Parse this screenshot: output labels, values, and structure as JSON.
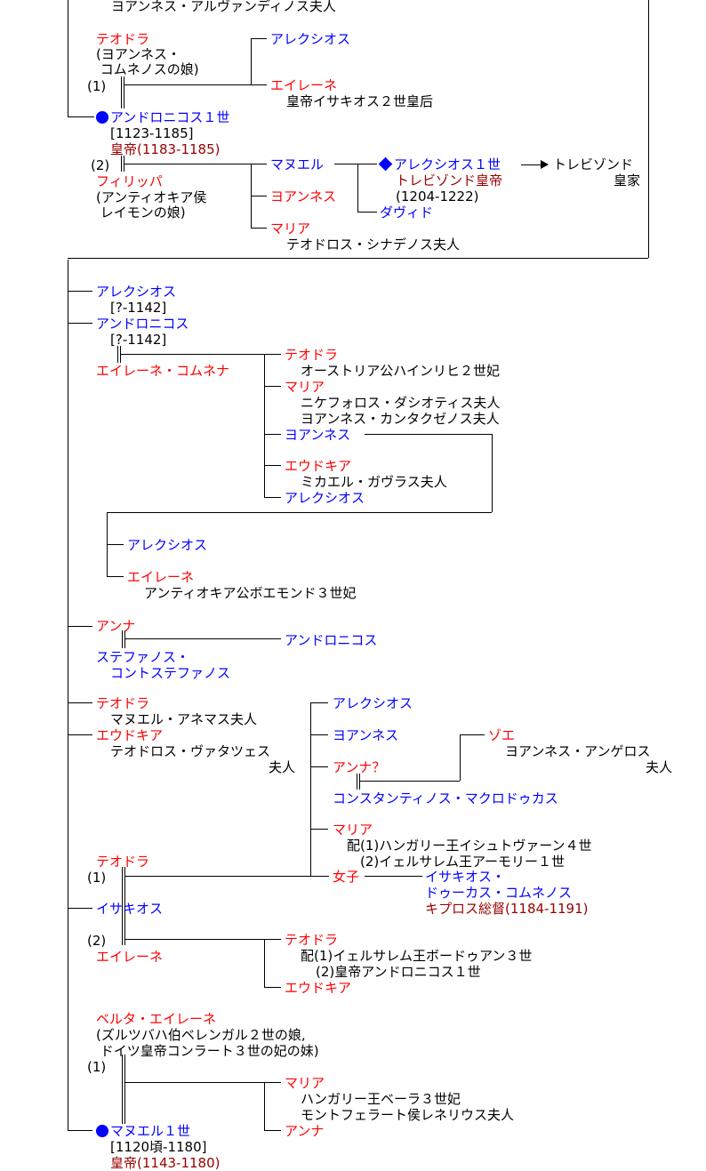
{
  "colors": {
    "female": "#ff0000",
    "male": "#0000ff",
    "title": "#990000",
    "text": "#000000"
  },
  "top": {
    "alvantinos_wife": "ヨアンネス・アルヴァンディノス夫人",
    "theodora": "テオドラ",
    "theodora_note1": "(ヨアンネス・",
    "theodora_note2": " コムネノスの娘)",
    "marriage1": "(1)",
    "alexios": "アレクシオス",
    "eirene": "エイレーネ",
    "eirene_note": "皇帝イサキオス２世皇后",
    "andronikos": "アンドロニコス１世",
    "andronikos_dates": "[1123-1185]",
    "andronikos_title": "皇帝(1183-1185)",
    "marriage2": "(2)",
    "philippa": "フィリッパ",
    "philippa_note1": "(アンティオキア侯",
    "philippa_note2": " レイモンの娘)",
    "manuel": "マヌエル",
    "alexios1": "アレクシオス１世",
    "alexios1_title": "トレビゾンド皇帝",
    "alexios1_reign": "(1204-1222)",
    "trebizond": "トレビゾンド",
    "trebizond2": "皇家",
    "david": "ダヴィド",
    "ioannes": "ヨアンネス",
    "maria": "マリア",
    "maria_note": "テオドロス・シナデノス夫人"
  },
  "mid": {
    "alexios": "アレクシオス",
    "alexios_dates": "[?-1142]",
    "andronikos": "アンドロニコス",
    "andronikos_dates": "[?-1142]",
    "eirene_komnene": "エイレーネ・コムネナ",
    "theodora": "テオドラ",
    "theodora_note": "オーストリア公ハインリヒ２世妃",
    "maria": "マリア",
    "maria_note1": "ニケフォロス・ダシオティス夫人",
    "maria_note2": "ヨアンネス・カンタクゼノス夫人",
    "ioannes": "ヨアンネス",
    "eudokia": "エウドキア",
    "eudokia_note": "ミカエル・ガヴラス夫人",
    "alexios2": "アレクシオス",
    "gc_alexios": "アレクシオス",
    "gc_eirene": "エイレーネ",
    "gc_eirene_note": "アンティオキア公ボエモンド３世妃",
    "anna": "アンナ",
    "anna_child": "アンドロニコス",
    "stephanos1": "ステファノス・",
    "stephanos2": "コントステファノス"
  },
  "low": {
    "theodora": "テオドラ",
    "theodora_note": "マヌエル・アネマス夫人",
    "eudokia": "エウドキア",
    "eudokia_note1": "テオドロス・ヴァタツェス",
    "eudokia_note2": "夫人",
    "c_alexios": "アレクシオス",
    "c_ioannes": "ヨアンネス",
    "c_anna": "アンナ？",
    "zoe": "ゾエ",
    "zoe_note1": "ヨアンネス・アンゲロス",
    "zoe_note2": "夫人",
    "makrodoukas": "コンスタンティノス・マクロドゥカス",
    "c_maria": "マリア",
    "c_maria_note1": "配(1)ハンガリー王イシュトヴァーン４世",
    "c_maria_note2": "(2)イェルサレム王アーモリー１世",
    "theodora2": "テオドラ",
    "marriage1": "(1)",
    "daughter": "女子",
    "isaakios_dk1": "イサキオス・",
    "isaakios_dk2": "ドゥーカス・コムネノス",
    "isaakios_dk_title": "キプロス総督(1184-1191)",
    "isaakios": "イサキオス",
    "marriage2": "(2)",
    "eirene": "エイレーネ",
    "d_theodora": "テオドラ",
    "d_theodora_note1": "配(1)イェルサレム王ボードゥアン３世",
    "d_theodora_note2": "(2)皇帝アンドロニコス１世",
    "d_eudokia": "エウドキア",
    "bertha": "ベルタ・エイレーネ",
    "bertha_note1": "(ズルツバハ伯ベレンガル２世の娘,",
    "bertha_note2": " ドイツ皇帝コンラート３世の妃の妹)",
    "marriage3": "(1)",
    "m_maria": "マリア",
    "m_maria_note1": "ハンガリー王ベーラ３世妃",
    "m_maria_note2": "モントフェラート侯レネリウス夫人",
    "m_anna": "アンナ",
    "manuel": "マヌエル１世",
    "manuel_dates": "[1120頃-1180]",
    "manuel_title": "皇帝(1143-1180)"
  }
}
